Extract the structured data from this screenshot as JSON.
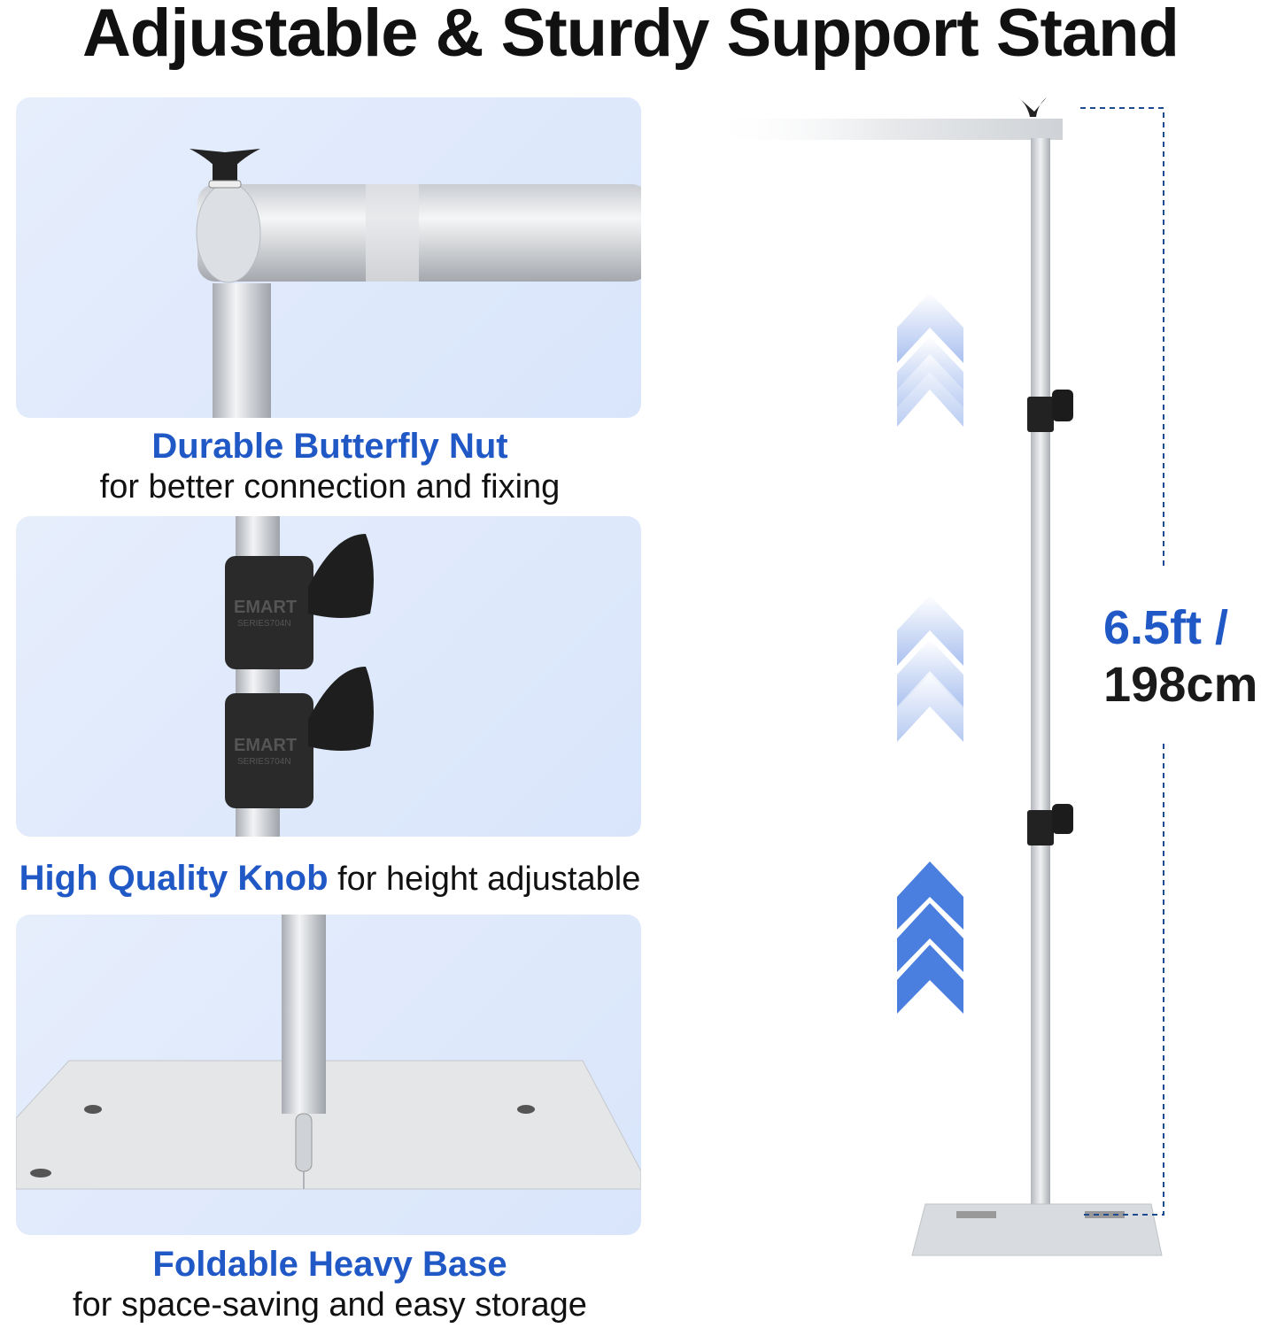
{
  "title": "Adjustable & Sturdy Support Stand",
  "features": [
    {
      "highlight": "Durable Butterfly Nut",
      "description": "for better connection and fixing"
    },
    {
      "highlight": "High Quality Knob",
      "description": " for height adjustable"
    },
    {
      "highlight": "Foldable Heavy Base",
      "description": "for space-saving and easy storage"
    }
  ],
  "knob_brand": "EMART",
  "knob_series": "SERIES704N",
  "height": {
    "imperial": "6.5ft /",
    "metric": "198cm"
  },
  "colors": {
    "accent": "#2058c6",
    "panel": "#dfe8fb",
    "text": "#111111"
  }
}
